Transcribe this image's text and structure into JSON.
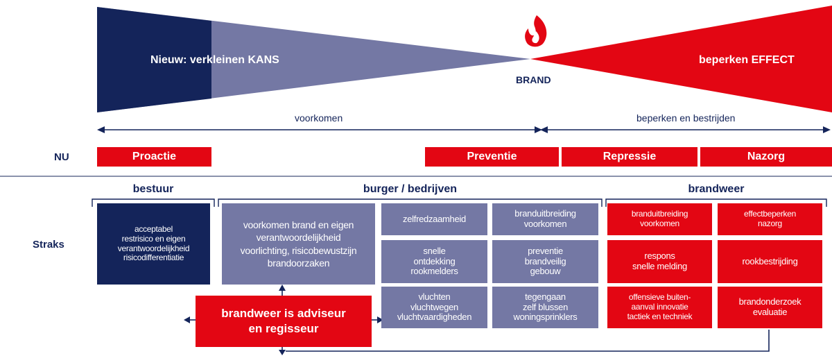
{
  "colors": {
    "navy": "#14245a",
    "purple": "#7478a4",
    "red": "#e30613"
  },
  "header": {
    "left_label": "Nieuw: verkleinen KANS",
    "center_label": "BRAND",
    "center_icon": "flame-icon",
    "right_label": "beperken EFFECT",
    "voorkomen_label": "voorkomen",
    "bestrijden_label": "beperken en bestrijden"
  },
  "nu": {
    "row_label": "NU",
    "phases": [
      "Proactie",
      "Preventie",
      "Repressie",
      "Nazorg"
    ]
  },
  "straks": {
    "row_label": "Straks",
    "groups": [
      "bestuur",
      "burger / bedrijven",
      "brandweer"
    ],
    "bestuur_box": "acceptabel\nrestrisico en eigen\nverantwoordelijkheid\nrisicodifferentiatie",
    "burger_main_box": "voorkomen brand en eigen\nverantwoordelijkheid\nvoorlichting, risicobewustzijn\nbrandoorzaken",
    "burger_grid": [
      "zelfredzaamheid",
      "branduitbreiding\nvoorkomen",
      "snelle\nontdekking\nrookmelders",
      "preventie\nbrandveilig\ngebouw",
      "vluchten\nvluchtwegen\nvluchtvaardigheden",
      "tegengaan\nzelf blussen\nwoningsprinklers"
    ],
    "brandweer_grid": [
      "branduitbreiding\nvoorkomen",
      "effectbeperken\nnazorg",
      "respons\nsnelle melding",
      "rookbestrijding",
      "offensieve buiten-\naanval innovatie\ntactiek en techniek",
      "brandonderzoek\nevaluatie"
    ],
    "advisor_box": "brandweer is adviseur\nen regisseur"
  }
}
